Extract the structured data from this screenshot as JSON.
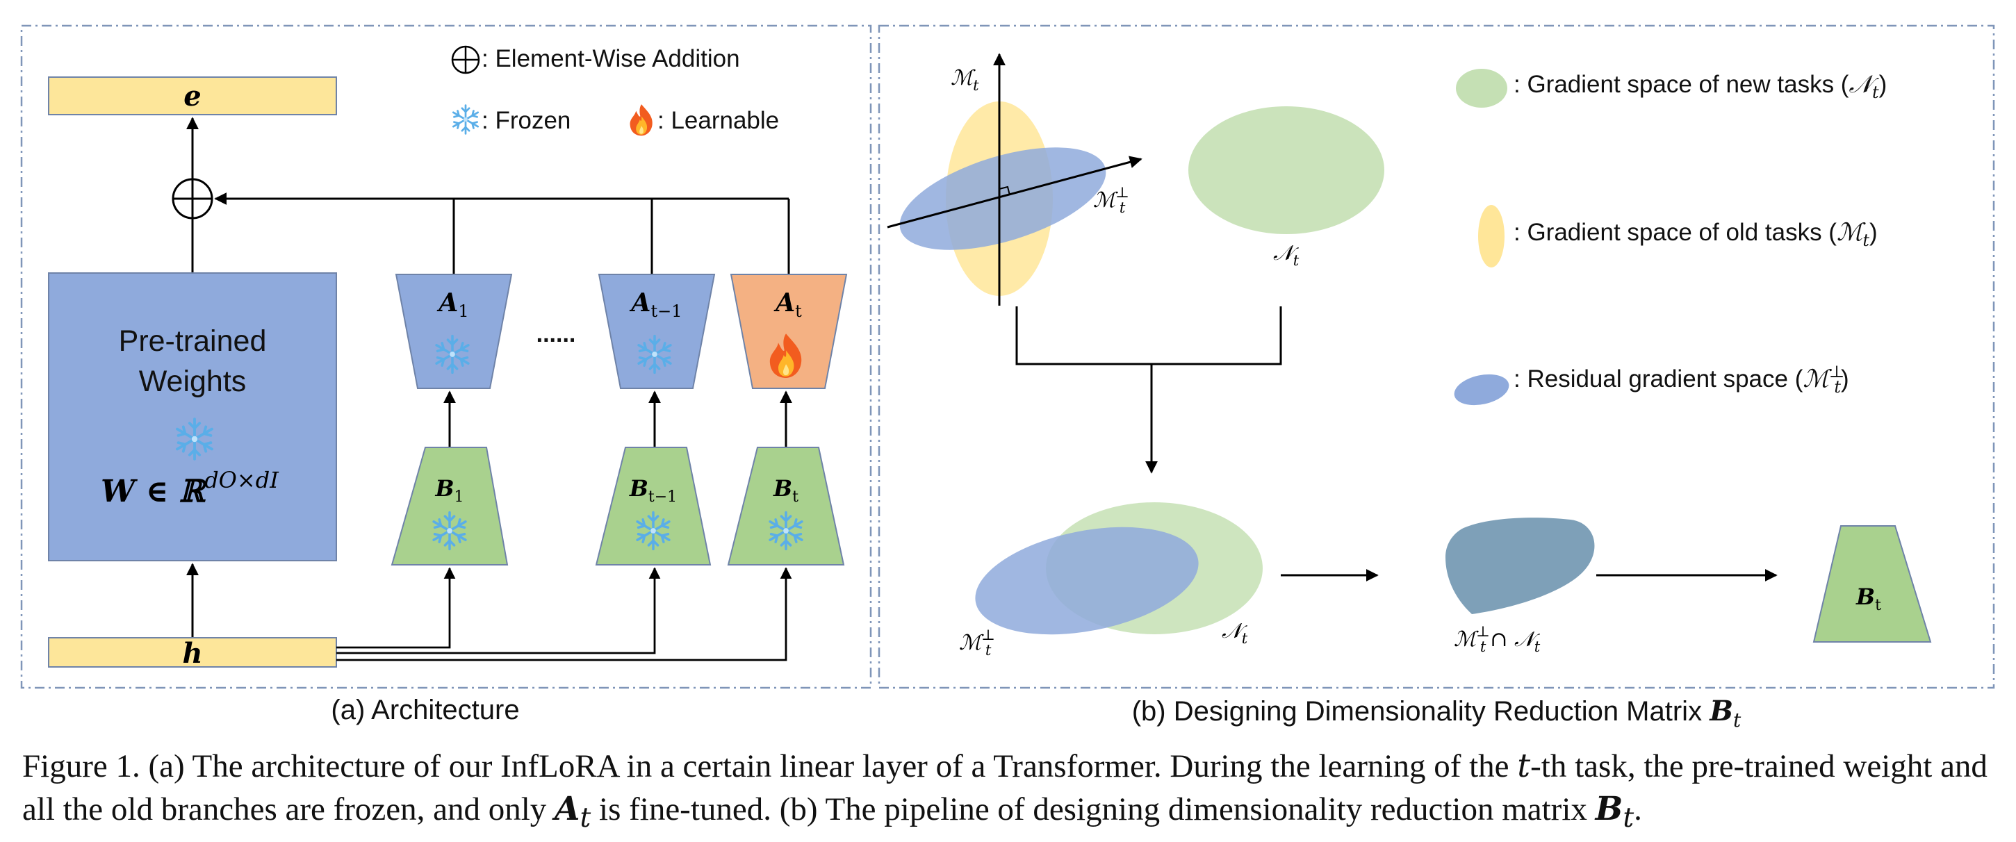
{
  "panel_a": {
    "caption": "(a) Architecture",
    "legend": {
      "addition_label": ": Element-Wise Addition",
      "frozen_label": ": Frozen",
      "learnable_label": ": Learnable"
    },
    "output_label": "e",
    "input_label": "h",
    "pretrained": {
      "line1": "Pre-trained",
      "line2": "Weights",
      "formula_main": "W ∈ ℝ",
      "formula_sup": "dO×dI"
    },
    "ellipsis": "......",
    "branches": [
      {
        "a_base": "A",
        "a_sub": "1",
        "b_base": "B",
        "b_sub": "1",
        "state": "frozen"
      },
      {
        "a_base": "A",
        "a_sub": "t−1",
        "b_base": "B",
        "b_sub": "t−1",
        "state": "frozen"
      },
      {
        "a_base": "A",
        "a_sub": "t",
        "b_base": "B",
        "b_sub": "t",
        "state": "learnable"
      }
    ]
  },
  "panel_b": {
    "caption_text": "(b) Designing Dimensionality Reduction Matrix ",
    "caption_math": "B",
    "caption_sub": "t",
    "m_label": "ℳ",
    "m_sub": "t",
    "n_label": "𝒩",
    "n_sub": "t",
    "m_perp_label": "ℳ",
    "m_perp_sup": "⊥",
    "m_perp_sub": "t",
    "intersection_label": "ℳ",
    "intersection_rest": "∩ 𝒩",
    "legend": [
      {
        "text": ": Gradient space of new tasks (",
        "sym": "𝒩",
        "sub": "t",
        "close": ")"
      },
      {
        "text": ": Gradient space of old tasks (",
        "sym": "ℳ",
        "sub": "t",
        "close": ")"
      },
      {
        "text": ": Residual gradient space (",
        "sym": "ℳ",
        "sub": "t",
        "sup": "⊥",
        "close": ")"
      }
    ],
    "result_label_base": "B",
    "result_label_sub": "t"
  },
  "caption": {
    "p1": "Figure 1. (a) The architecture of our InfLoRA in a certain linear layer of a Transformer. During the learning of the ",
    "t1": "t",
    "p2": "-th task, the pre-trained weight and all the old branches are frozen, and only ",
    "m1": "A",
    "m1sub": "t",
    "p3": " is fine-tuned. (b) The pipeline of designing dimensionality reduction matrix ",
    "m2": "B",
    "m2sub": "t",
    "p4": "."
  },
  "colors": {
    "yellow": "#fde69a",
    "blue": "#8faadc",
    "green": "#a9d18e",
    "orange": "#f4b183",
    "frame": "#7f95b8",
    "ellipse_green": "#c5e0b4",
    "ellipse_yellow": "#ffe699",
    "ellipse_blue": "#8faadc",
    "intersection": "#7ea0b8"
  }
}
